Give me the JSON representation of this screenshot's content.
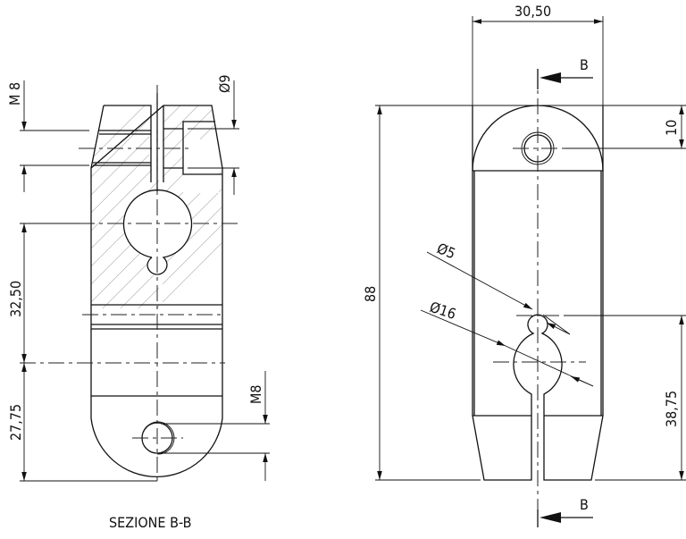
{
  "drawing": {
    "section_title": "SEZIONE B-B",
    "section_marker": "B",
    "left_view": {
      "dims": {
        "thread_top": "M 8",
        "dia_top": "Ø9",
        "height_upper": "32,50",
        "height_lower": "27,75",
        "thread_bottom": "M8"
      }
    },
    "right_view": {
      "dims": {
        "width": "30,50",
        "total_height": "88",
        "top_offset": "10",
        "small_hole_dia": "Ø5",
        "large_hole_dia": "Ø16",
        "hole_height": "38,75"
      }
    }
  }
}
